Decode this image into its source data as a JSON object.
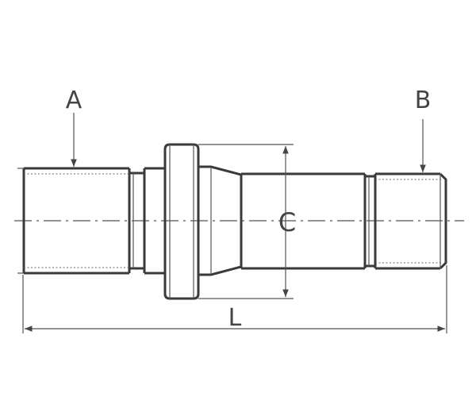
{
  "labels": {
    "a": "A",
    "b": "B",
    "c": "C",
    "l": "L"
  },
  "colors": {
    "stroke": "#3a3a3a",
    "text": "#444444"
  }
}
